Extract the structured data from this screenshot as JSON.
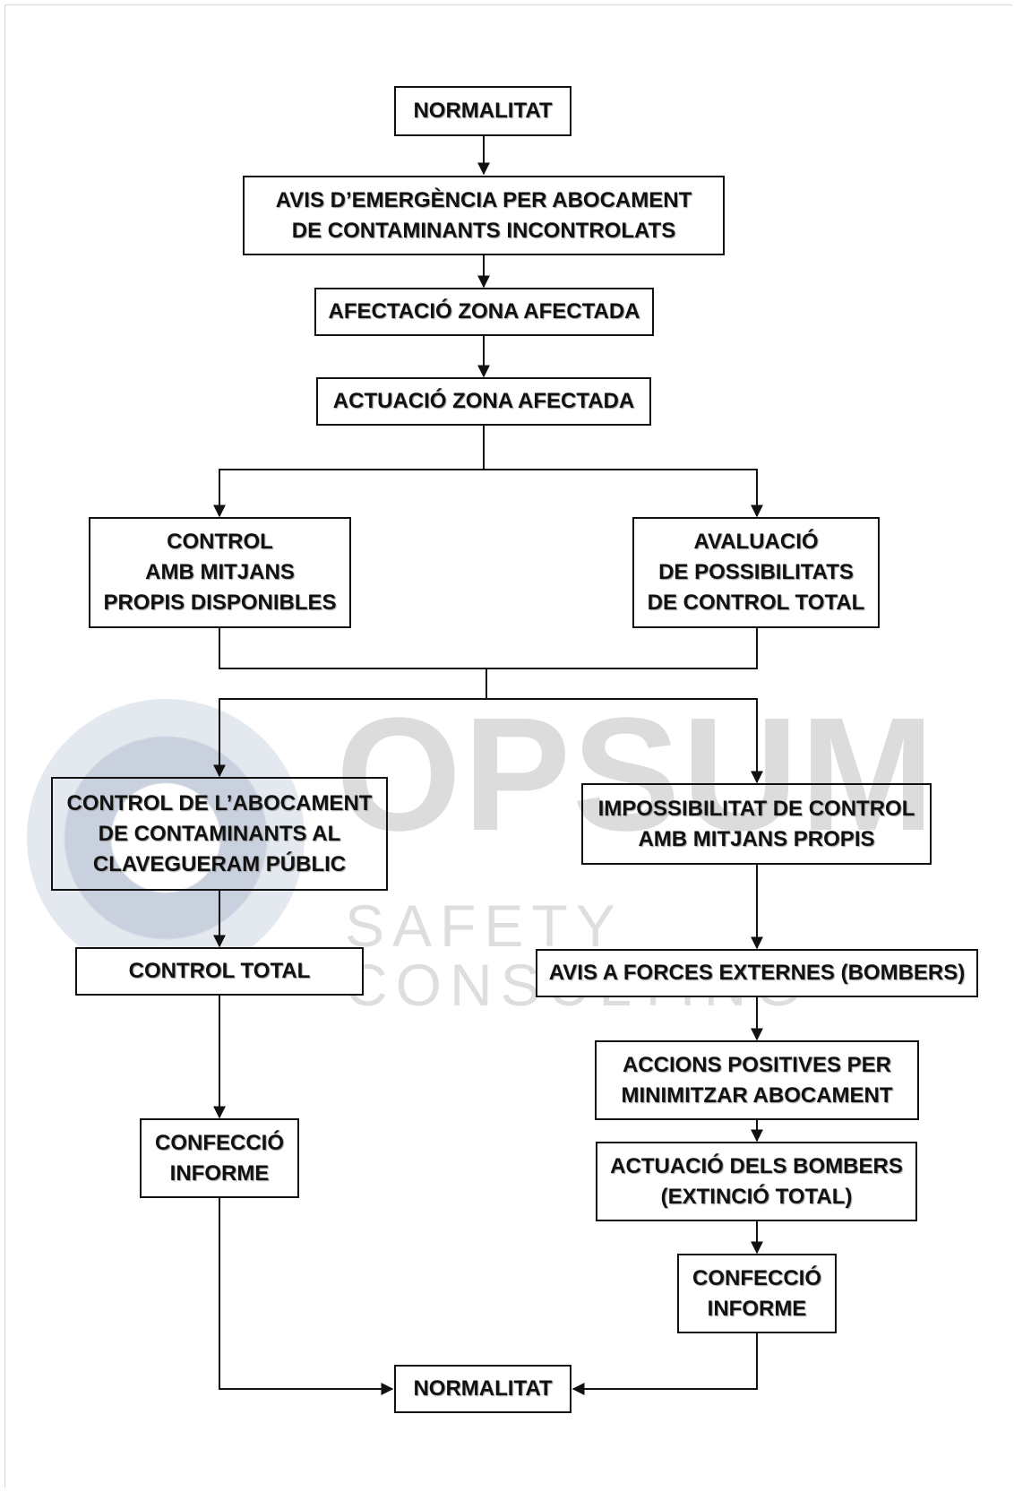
{
  "watermark": {
    "brand": "OPSUM",
    "tagline": "SAFETY CONSULTING"
  },
  "nodes": {
    "normalitat_top": "NORMALITAT",
    "avis_emergencia": "AVIS D’EMERGÈNCIA PER ABOCAMENT\nDE CONTAMINANTS INCONTROLATS",
    "afectacio_zona": "AFECTACIÓ ZONA AFECTADA",
    "actuacio_zona": "ACTUACIÓ ZONA AFECTADA",
    "control_mitjans": "CONTROL\nAMB MITJANS\nPROPIS DISPONIBLES",
    "avaluacio": "AVALUACIÓ\nDE POSSIBILITATS\nDE CONTROL TOTAL",
    "control_abocament": "CONTROL DE L’ABOCAMENT\nDE CONTAMINANTS AL\nCLAVEGUERAM PÚBLIC",
    "impossibilitat": "IMPOSSIBILITAT DE CONTROL\nAMB MITJANS PROPIS",
    "control_total": "CONTROL TOTAL",
    "avis_forces": "AVIS A FORCES EXTERNES (BOMBERS)",
    "accions_positives": "ACCIONS POSITIVES PER\nMINIMITZAR ABOCAMENT",
    "actuacio_bombers": "ACTUACIÓ DELS BOMBERS\n(EXTINCIÓ TOTAL)",
    "confeccio_left": "CONFECCIÓ\nINFORME",
    "confeccio_right": "CONFECCIÓ\nINFORME",
    "normalitat_bottom": "NORMALITAT"
  }
}
